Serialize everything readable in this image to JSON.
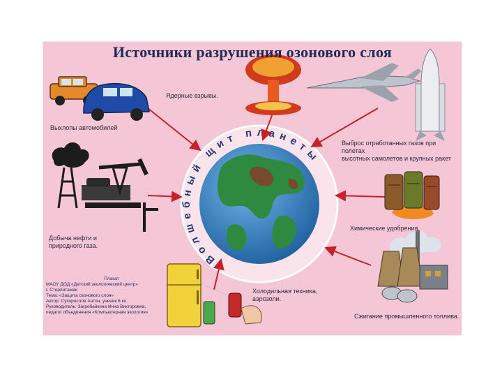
{
  "poster": {
    "title": "Источники разрушения озонового слоя",
    "globe_arc_text": "Волшебный щит планеты",
    "sources": {
      "cars": "Выхлопы автомобилей",
      "nuclear": "Ядерные взрывы.",
      "aircraft_line1": "Выброс отработанных газов при полетах",
      "aircraft_line2": "высотных самолетов и крупных ракет",
      "oil_line1": "Добыча нефти и",
      "oil_line2": "природного газа.",
      "chemical": "Химические удобрения.",
      "fridge_line1": "Холодильная техника,",
      "fridge_line2": "аэрозоли.",
      "fuel": "Сжигание промышленного топлива."
    },
    "credits": {
      "line1": "Плакат",
      "line2": "МАОУ ДОД «Детский экологический центр»",
      "line3": "г. Стерлитамак",
      "line4": "Тема: «Защита озонового слоя»",
      "line5": "Автор: Сухорослов Антон, ученик 6 кл.",
      "line6": "Руководитель: Загребайкина Инна Викторовна,",
      "line7": "педагог объединения «Компьютерная экология»"
    }
  },
  "colors": {
    "background": "#f5c6d6",
    "title": "#1f2a55",
    "arrow": "#c8202a",
    "ocean": "#2f7fc1",
    "land": "#2e8a3e",
    "arc_text": "#1f3a78"
  },
  "icons": [
    "car-icon",
    "mushroom-cloud-icon",
    "jet-icon",
    "rocket-icon",
    "oil-pump-icon",
    "barrels-icon",
    "refrigerator-icon",
    "spray-icon",
    "factory-icon"
  ]
}
